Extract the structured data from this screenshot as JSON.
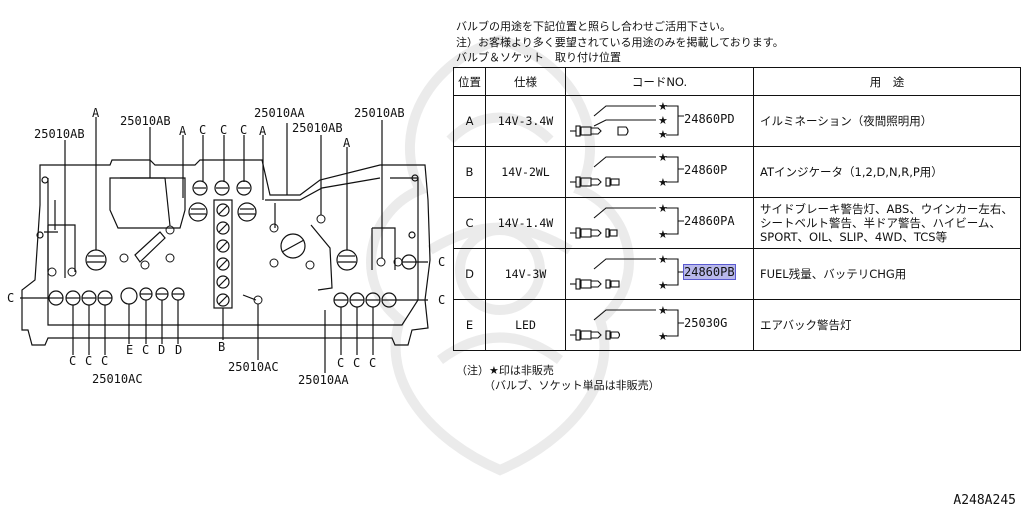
{
  "diagram": {
    "part_labels": {
      "p25010AB_left": "25010AB",
      "p25010AB_mid": "25010AB",
      "p25010AA_top": "25010AA",
      "p25010AB_right_mid": "25010AB",
      "p25010AB_right": "25010AB",
      "p25010AC_bottom_left": "25010AC",
      "p25010AC_bottom_mid": "25010AC",
      "p25010AA_bottom": "25010AA"
    },
    "letters": {
      "a1": "A",
      "a2": "A",
      "a3": "A",
      "a4": "A",
      "c_top1": "C",
      "c_top2": "C",
      "c_top3": "C",
      "c_left": "C",
      "c_right1": "C",
      "c_right2": "C",
      "c_b1": "C",
      "c_b2": "C",
      "c_b3": "C",
      "c_b4": "C",
      "c_b5": "C",
      "c_b6": "C",
      "e1": "E",
      "c_b7": "C",
      "d1": "D",
      "d2": "D",
      "b1": "B"
    }
  },
  "intro_lines": [
    "バルブの用途を下記位置と照らし合わせご活用下さい。",
    "注）お客様より多く要望されている用途のみを掲載しております。",
    "バルブ＆ソケット　取り付け位置"
  ],
  "table": {
    "headers": {
      "position": "位置",
      "spec": "仕様",
      "code": "コードNO.",
      "use": "用　途"
    },
    "rows": [
      {
        "position": "A",
        "spec": "14V-3.4W",
        "code": "24860PD",
        "use": "イルミネーション（夜間照明用）"
      },
      {
        "position": "B",
        "spec": "14V-2WL",
        "code": "24860P",
        "use": "ATインジケータ（1,2,D,N,R,P用）"
      },
      {
        "position": "C",
        "spec": "14V-1.4W",
        "code": "24860PA",
        "use": "サイドブレーキ警告灯、ABS、ウインカー左右、シートベルト警告、半ドア警告、ハイビーム、SPORT、OIL、SLIP、4WD、TCS等"
      },
      {
        "position": "D",
        "spec": "14V-3W",
        "code": "24860PB",
        "use": "FUEL残量、バッテリCHG用"
      },
      {
        "position": "E",
        "spec": "LED",
        "code": "25030G",
        "use": "エアバック警告灯"
      }
    ]
  },
  "notes": [
    "（注）★印は非販売",
    "（バルブ、ソケット単品は非販売）"
  ],
  "figure_id": "A248A245",
  "colors": {
    "highlight": "#b8b8ea",
    "line": "#111111"
  }
}
